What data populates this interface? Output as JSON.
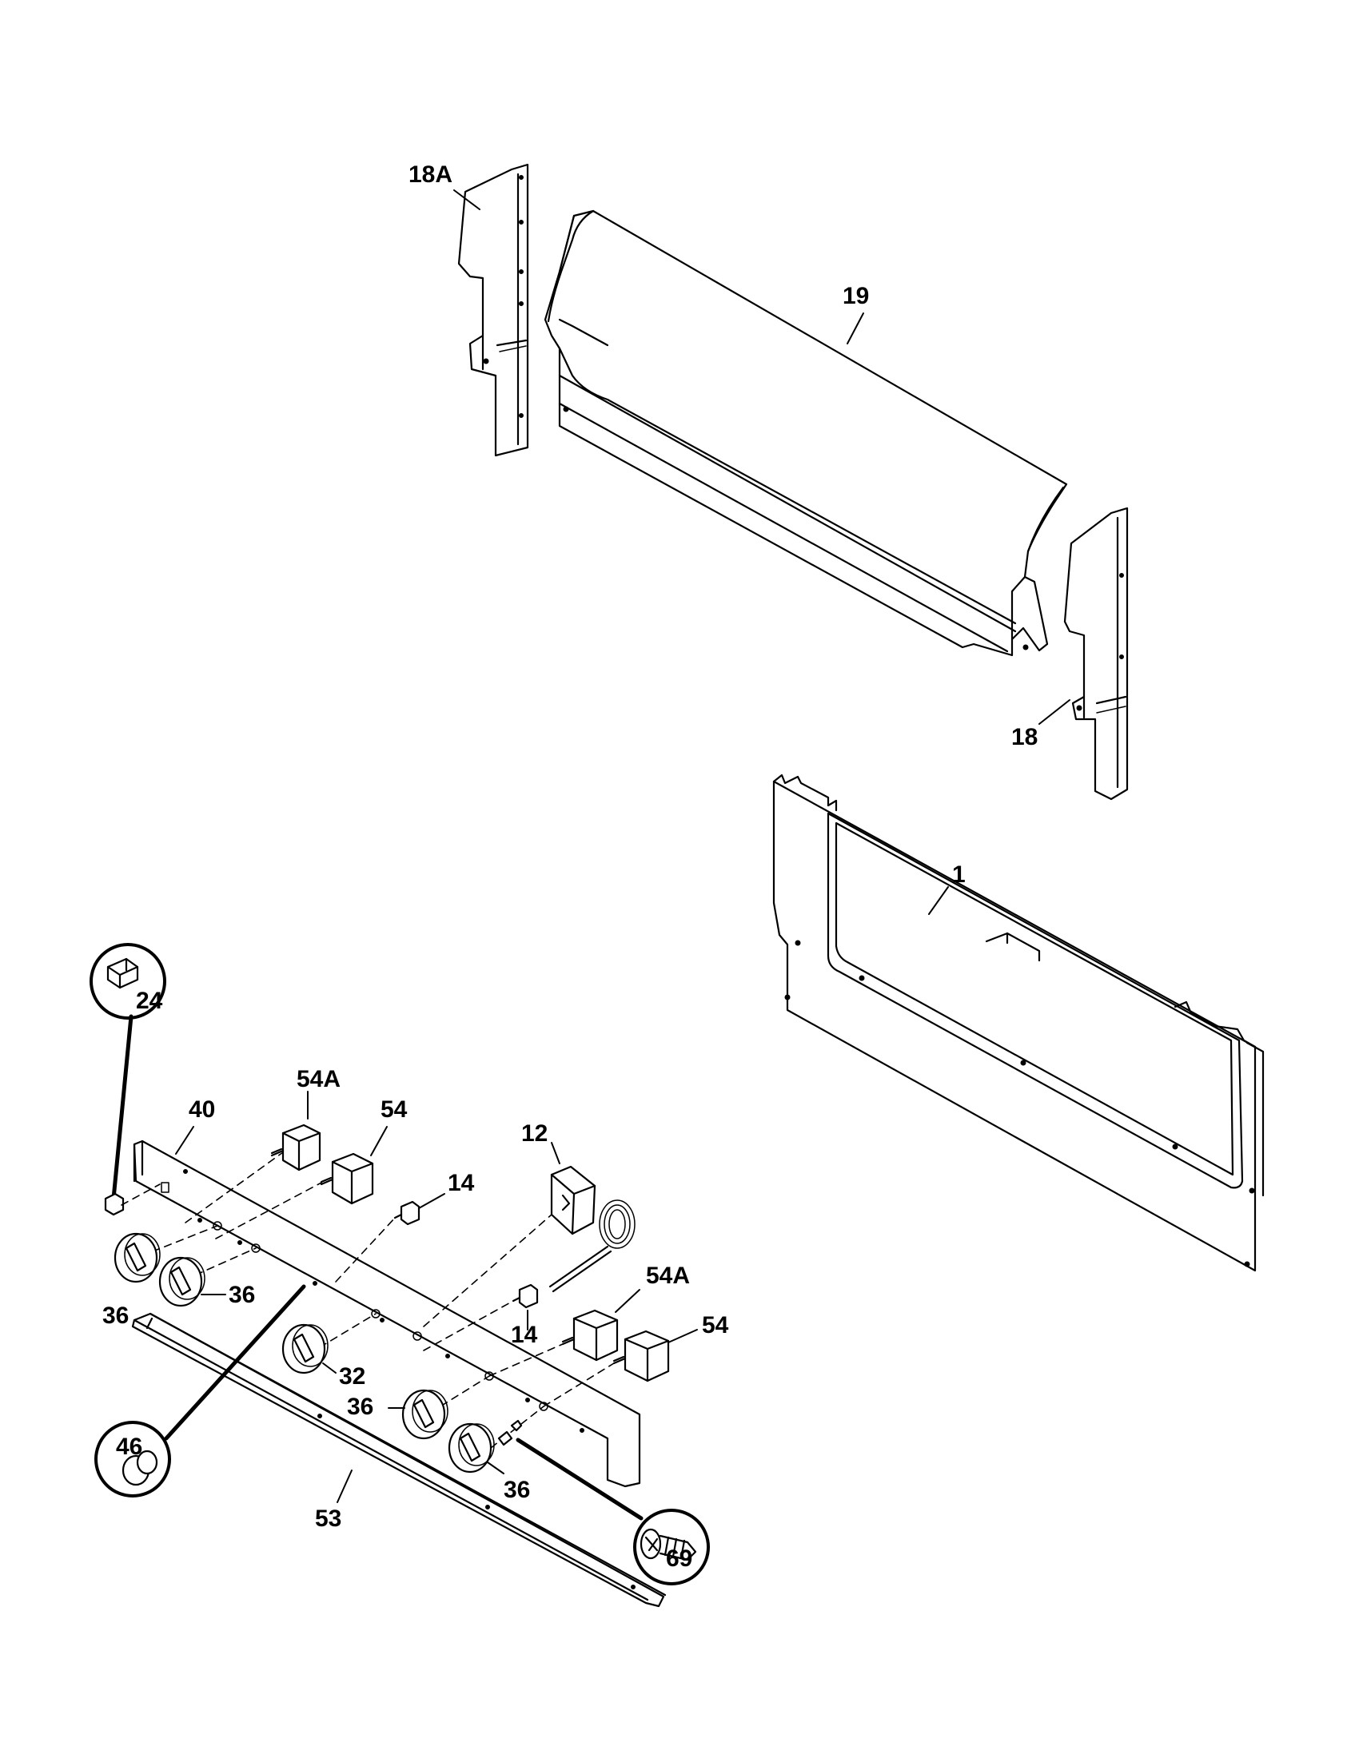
{
  "labels": {
    "p18a": "18A",
    "p19": "19",
    "p18": "18",
    "p1": "1",
    "p24": "24",
    "p40": "40",
    "p54a_top": "54A",
    "p54_top": "54",
    "p12": "12",
    "p14_top": "14",
    "p36_left": "36",
    "p36_mid": "36",
    "p14_bottom": "14",
    "p54a_bottom": "54A",
    "p54_bottom": "54",
    "p32": "32",
    "p46": "46",
    "p36_lower": "36",
    "p36_right": "36",
    "p53": "53",
    "p69": "69"
  }
}
